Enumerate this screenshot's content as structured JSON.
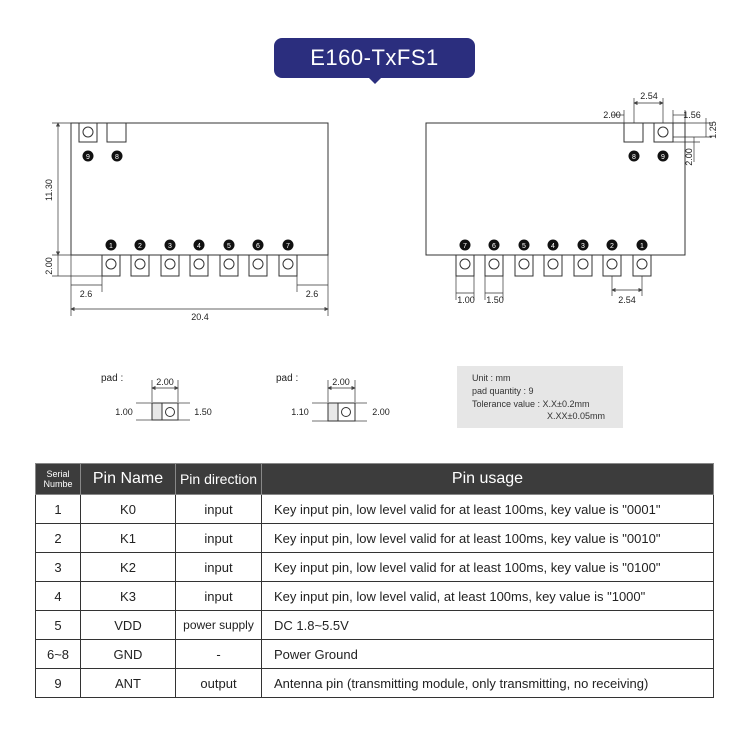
{
  "title": "E160-TxFS1",
  "dims": {
    "front_height": "11.30",
    "front_bottom": "2.00",
    "front_left_gap": "2.6",
    "front_right_gap": "2.6",
    "front_width": "20.4",
    "back_top_pitch": "2.54",
    "back_top_left": "2.00",
    "back_top_right": "1.56",
    "back_side_small": "1.25",
    "back_side_large": "2.00",
    "back_pad_w": "1.00",
    "back_pad_gap": "1.50",
    "back_pitch": "2.54"
  },
  "front_pins": [
    "1",
    "2",
    "3",
    "4",
    "5",
    "6",
    "7"
  ],
  "front_top_pins": [
    "9",
    "8"
  ],
  "back_pins": [
    "7",
    "6",
    "5",
    "4",
    "3",
    "2",
    "1"
  ],
  "back_top_pins": [
    "8",
    "9"
  ],
  "pad1": {
    "label": "pad :",
    "top": "2.00",
    "left": "1.00",
    "right": "1.50"
  },
  "pad2": {
    "label": "pad :",
    "top": "2.00",
    "left": "1.10",
    "right": "2.00"
  },
  "spec": {
    "unit": "Unit : mm",
    "quantity": "pad quantity : 9",
    "tolerance": "Tolerance value : X.X±0.2mm",
    "tolerance2": "X.XX±0.05mm"
  },
  "table": {
    "headers": [
      "Serial\nNumbe",
      "Pin Name",
      "Pin direction",
      "Pin usage"
    ],
    "rows": [
      [
        "1",
        "K0",
        "input",
        "Key input pin, low level valid for at least 100ms, key value is \"0001\""
      ],
      [
        "2",
        "K1",
        "input",
        "Key input pin, low level valid for at least 100ms, key value is \"0010\""
      ],
      [
        "3",
        "K2",
        "input",
        "Key input pin, low level valid for at least 100ms, key value is \"0100\""
      ],
      [
        "4",
        "K3",
        "input",
        "Key input pin, low level valid, at least 100ms, key value is \"1000\""
      ],
      [
        "5",
        "VDD",
        "power supply",
        "DC 1.8~5.5V"
      ],
      [
        "6~8",
        "GND",
        "-",
        "Power Ground"
      ],
      [
        "9",
        "ANT",
        "output",
        "Antenna pin (transmitting module, only transmitting, no receiving)"
      ]
    ]
  }
}
